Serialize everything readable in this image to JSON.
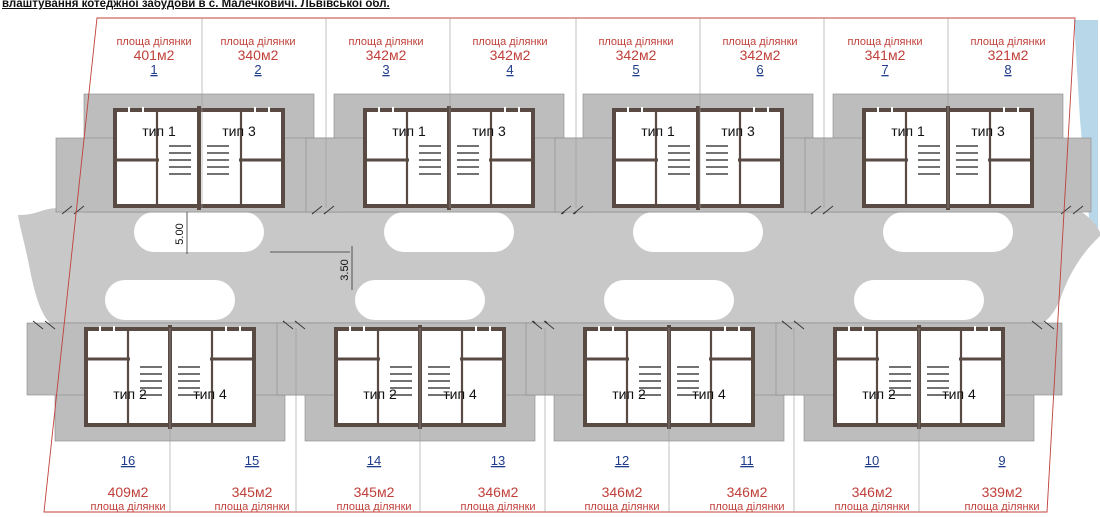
{
  "title": "влаштування котеджної забудови в с. Малечковичі. Львівської обл.",
  "plot_caption": "площа ділянки",
  "plots_top": [
    {
      "number": "1",
      "area": "401м2"
    },
    {
      "number": "2",
      "area": "340м2"
    },
    {
      "number": "3",
      "area": "342м2"
    },
    {
      "number": "4",
      "area": "342м2"
    },
    {
      "number": "5",
      "area": "342м2"
    },
    {
      "number": "6",
      "area": "342м2"
    },
    {
      "number": "7",
      "area": "341м2"
    },
    {
      "number": "8",
      "area": "321м2"
    }
  ],
  "plots_bottom": [
    {
      "number": "16",
      "area": "409м2"
    },
    {
      "number": "15",
      "area": "345м2"
    },
    {
      "number": "14",
      "area": "345м2"
    },
    {
      "number": "13",
      "area": "346м2"
    },
    {
      "number": "12",
      "area": "346м2"
    },
    {
      "number": "11",
      "area": "346м2"
    },
    {
      "number": "10",
      "area": "346м2"
    },
    {
      "number": "9",
      "area": "339м2"
    }
  ],
  "house_types_top": [
    "тип 1",
    "тип 3"
  ],
  "house_types_bottom": [
    "тип 2",
    "тип 4"
  ],
  "dimensions": {
    "side_road": "5.00",
    "main_road": "3.50"
  },
  "colors": {
    "area_text": "#c0403a",
    "plot_number": "#1f3c8a",
    "boundary": "#c0403a",
    "road": "#c8c8c8",
    "yard": "#bdbdbd",
    "wall": "#5a4a44",
    "water": "#b8d8ea"
  }
}
